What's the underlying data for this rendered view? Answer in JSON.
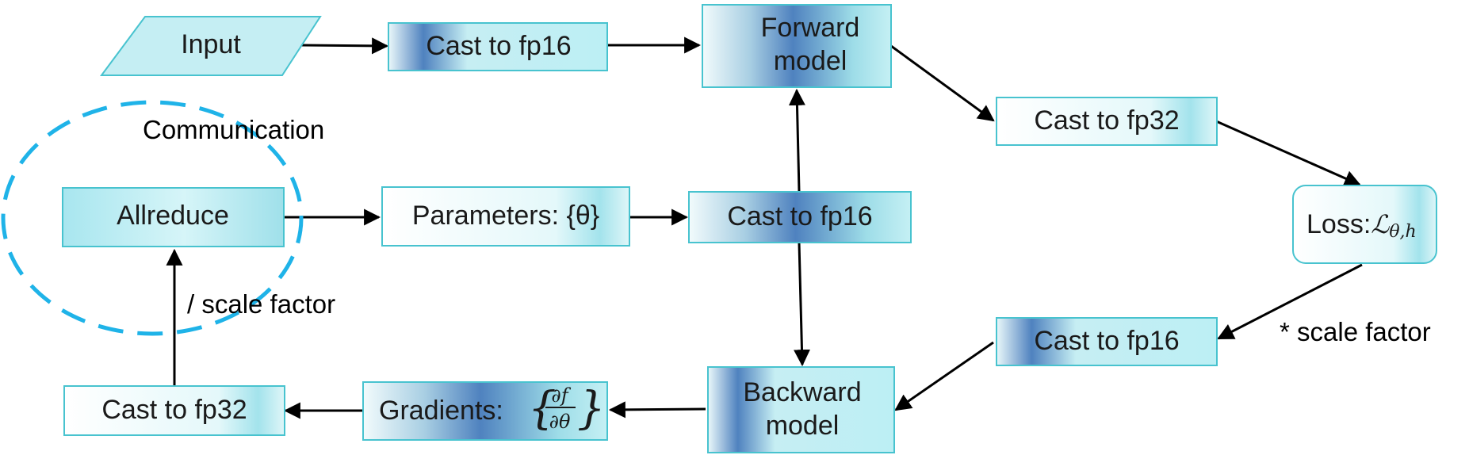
{
  "nodes": {
    "input": "Input",
    "cast_fp16_top": "Cast to fp16",
    "forward_model": [
      "Forward",
      "model"
    ],
    "cast_fp32_right": "Cast to fp32",
    "loss_label": "Loss:",
    "loss_symbol": "ℒ",
    "loss_subscript": "θ,h",
    "cast_fp16_right": "Cast to fp16",
    "backward_model": [
      "Backward",
      "model"
    ],
    "gradients_label": "Gradients:",
    "gradients_numerator": "∂f",
    "gradients_denominator": "∂θ",
    "cast_fp32_left": "Cast to fp32",
    "allreduce": "Allreduce",
    "parameters": "Parameters: {θ}",
    "cast_fp16_middle": "Cast to fp16"
  },
  "annotations": {
    "communication": "Communication",
    "divide_scale": "/ scale factor",
    "multiply_scale": "* scale factor"
  },
  "colors": {
    "box_border": "#48c3cf",
    "box_light": "#d3f4f7",
    "box_dark": "#4f82bf",
    "communication_ellipse": "#1fb3e8"
  }
}
